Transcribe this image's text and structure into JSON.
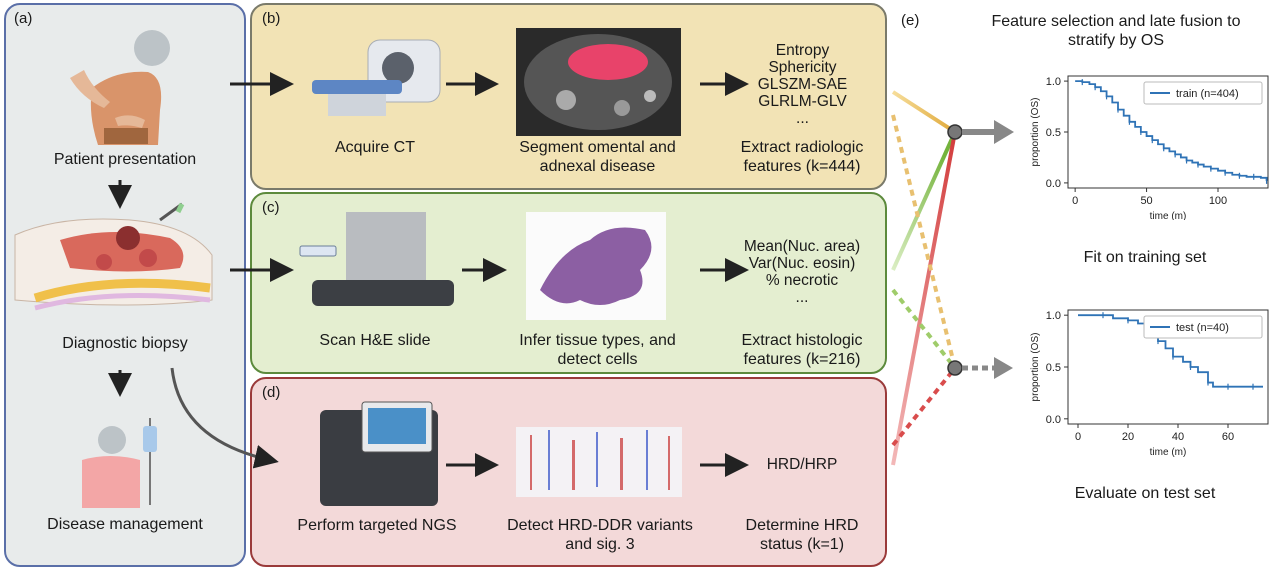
{
  "panels": {
    "a": {
      "label": "(a)",
      "steps": [
        "Patient presentation",
        "Diagnostic biopsy",
        "Disease management"
      ]
    },
    "b": {
      "label": "(b)",
      "step1": "Acquire CT",
      "step2": [
        "Segment omental and",
        "adnexal disease"
      ],
      "features": [
        "Entropy",
        "Sphericity",
        "GLSZM-SAE",
        "GLRLM-GLV",
        "..."
      ],
      "extract": [
        "Extract radiologic",
        "features (k=444)"
      ]
    },
    "c": {
      "label": "(c)",
      "step1": "Scan H&E slide",
      "step2": [
        "Infer tissue types, and",
        "detect cells"
      ],
      "features": [
        "Mean(Nuc. area)",
        "Var(Nuc. eosin)",
        "% necrotic",
        "..."
      ],
      "extract": [
        "Extract histologic",
        "features (k=216)"
      ]
    },
    "d": {
      "label": "(d)",
      "step1": "Perform targeted NGS",
      "step2": [
        "Detect HRD-DDR variants",
        "and sig. 3"
      ],
      "features": [
        "HRD/HRP"
      ],
      "extract": [
        "Determine HRD",
        "status (k=1)"
      ]
    },
    "e": {
      "label": "(e)",
      "title": [
        "Feature selection and late fusion to",
        "stratify by OS"
      ],
      "train_caption": "Fit on training set",
      "test_caption": "Evaluate on test set"
    }
  },
  "chart_data": [
    {
      "type": "line",
      "ylabel": "proportion (OS)",
      "xlabel": "time (m)",
      "xlim": [
        -5,
        135
      ],
      "ylim": [
        -0.05,
        1.05
      ],
      "xticks": [
        0,
        50,
        100
      ],
      "yticks": [
        0.0,
        0.5,
        1.0
      ],
      "series": [
        {
          "name": "train (n=404)",
          "color": "#2f73b6",
          "x": [
            0,
            5,
            10,
            14,
            18,
            22,
            26,
            30,
            34,
            38,
            42,
            46,
            50,
            54,
            58,
            62,
            66,
            70,
            74,
            78,
            82,
            86,
            90,
            95,
            100,
            105,
            110,
            115,
            120,
            125,
            130,
            134
          ],
          "y": [
            1.0,
            0.99,
            0.97,
            0.94,
            0.9,
            0.85,
            0.79,
            0.72,
            0.66,
            0.6,
            0.55,
            0.5,
            0.46,
            0.42,
            0.38,
            0.34,
            0.31,
            0.28,
            0.25,
            0.22,
            0.2,
            0.18,
            0.16,
            0.14,
            0.12,
            0.1,
            0.08,
            0.07,
            0.06,
            0.06,
            0.05,
            0.02
          ]
        }
      ]
    },
    {
      "type": "line",
      "ylabel": "proportion (OS)",
      "xlabel": "time (m)",
      "xlim": [
        -4,
        76
      ],
      "ylim": [
        -0.05,
        1.05
      ],
      "xticks": [
        0,
        20,
        40,
        60
      ],
      "yticks": [
        0.0,
        0.5,
        1.0
      ],
      "series": [
        {
          "name": "test (n=40)",
          "color": "#2f73b6",
          "x": [
            0,
            10,
            14,
            20,
            24,
            28,
            30,
            32,
            35,
            38,
            42,
            45,
            48,
            52,
            54,
            60,
            66,
            70,
            74
          ],
          "y": [
            1.0,
            1.0,
            0.97,
            0.95,
            0.92,
            0.9,
            0.85,
            0.75,
            0.68,
            0.6,
            0.55,
            0.5,
            0.45,
            0.35,
            0.31,
            0.31,
            0.31,
            0.31,
            0.31
          ]
        }
      ]
    }
  ]
}
